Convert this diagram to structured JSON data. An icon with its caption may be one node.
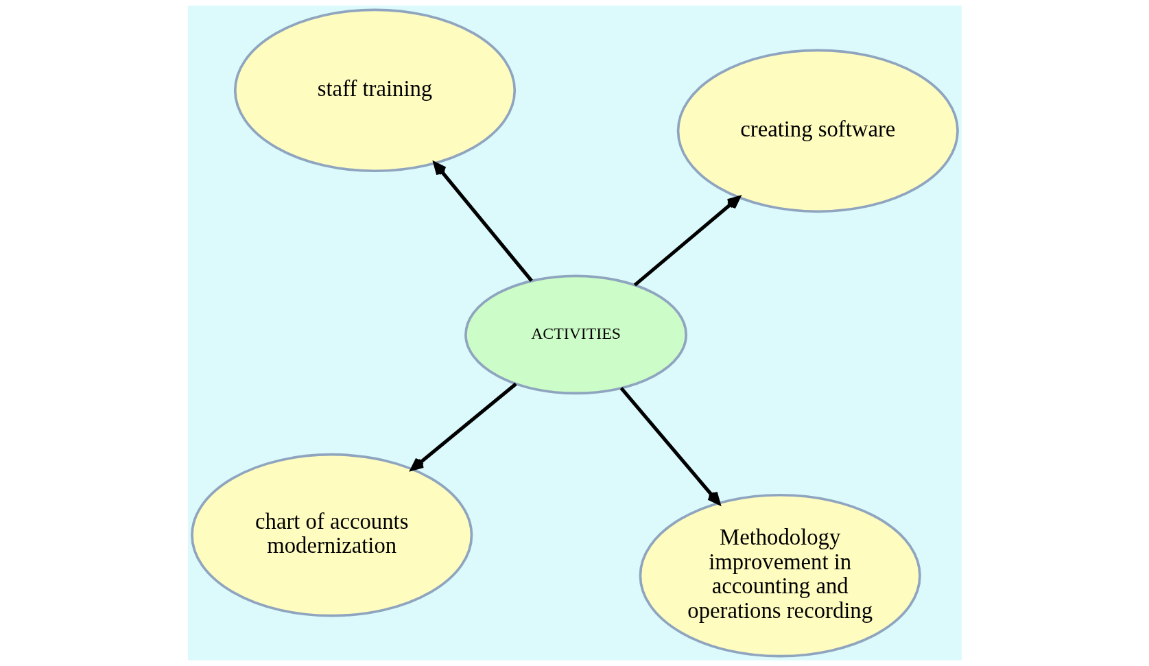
{
  "diagram": {
    "nodes": [
      {
        "text": [
          "chart of accounts modernization"
        ]
      },
      {
        "text": [
          "Methodology improvement in accounting and operations recording"
        ]
      },
      {
        "text": [
          "ACTIVITIES"
        ]
      },
      {
        "text": [
          "staff training"
        ]
      },
      {
        "text": [
          "creating software"
        ]
      }
    ],
    "edges": [
      {
        "from": 2,
        "to": 0,
        "arrow": "to"
      },
      {
        "from": 2,
        "to": 1,
        "arrow": "to"
      },
      {
        "from": 2,
        "to": 3,
        "arrow": "to"
      },
      {
        "from": 2,
        "to": 4,
        "arrow": "to"
      }
    ]
  }
}
